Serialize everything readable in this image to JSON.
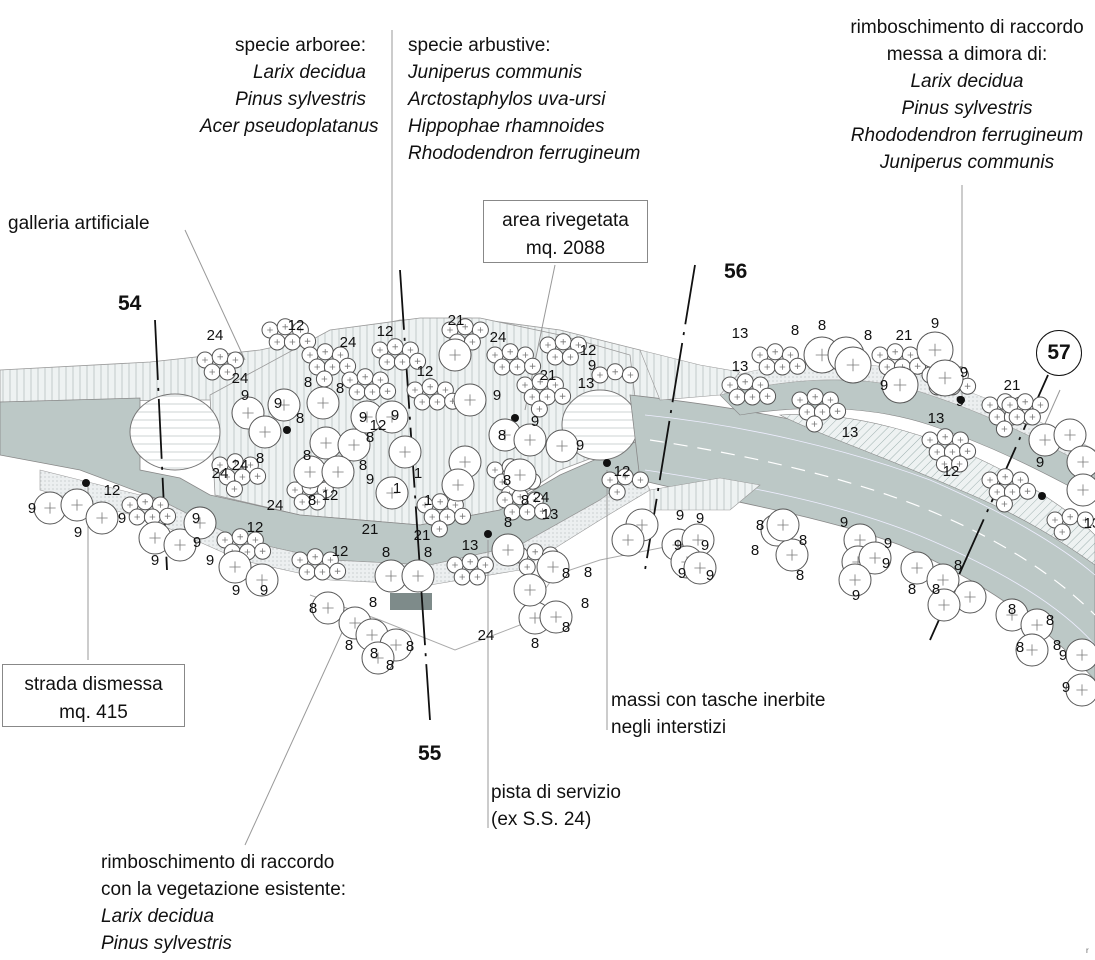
{
  "drawing": {
    "colors": {
      "road": "#bcc8c6",
      "hatch_fill": "#eef2f2",
      "hatch_line": "#b8c0c0",
      "gravel": "#dfe4e4",
      "tree_stroke": "#555555",
      "text": "#111111",
      "leader": "#999999",
      "service_block": "#7e8b8a"
    },
    "sections": [
      "54",
      "55",
      "56"
    ],
    "section_circled": "57",
    "corner_mark": "r"
  },
  "labels": {
    "tree_species": {
      "heading": "specie arboree:",
      "species": [
        "Larix decidua",
        "Pinus sylvestris",
        "Acer pseudoplatanus"
      ]
    },
    "shrub_species": {
      "heading": "specie arbustive:",
      "species": [
        "Juniperus communis",
        "Arctostaphylos uva-ursi",
        "Hippophae rhamnoides",
        "Rhododendron ferrugineum"
      ]
    },
    "reforestation_right": {
      "lines": [
        "rimboschimento di raccordo",
        "messa a dimora di:"
      ],
      "species": [
        "Larix decidua",
        "Pinus sylvestris",
        "Rhododendron ferrugineum",
        "Juniperus communis"
      ]
    },
    "tunnel": "galleria artificiale",
    "revegetated_area": {
      "title": "area rivegetata",
      "area": "mq. 2088"
    },
    "disused_road": {
      "title": "strada dismessa",
      "area": "mq. 415"
    },
    "boulders": [
      "massi con tasche inerbite",
      "negli interstizi"
    ],
    "service_track": [
      "pista di servizio",
      "(ex S.S. 24)"
    ],
    "reforestation_bottom": {
      "lines": [
        "rimboschimento di raccordo",
        "con la vegetazione esistente:"
      ],
      "species": [
        "Larix decidua",
        "Pinus sylvestris"
      ]
    }
  },
  "plant_codes": [
    {
      "code": "24"
    },
    {
      "code": "12"
    },
    {
      "code": "12"
    },
    {
      "code": "24"
    },
    {
      "code": "21"
    },
    {
      "code": "24"
    },
    {
      "code": "12"
    },
    {
      "code": "24"
    },
    {
      "code": "9"
    },
    {
      "code": "9"
    },
    {
      "code": "8"
    },
    {
      "code": "8"
    },
    {
      "code": "12"
    },
    {
      "code": "9"
    },
    {
      "code": "9"
    },
    {
      "code": "21"
    },
    {
      "code": "13"
    },
    {
      "code": "9"
    },
    {
      "code": "8"
    },
    {
      "code": "8"
    },
    {
      "code": "8"
    },
    {
      "code": "8"
    },
    {
      "code": "9"
    },
    {
      "code": "9"
    },
    {
      "code": "8"
    },
    {
      "code": "9"
    },
    {
      "code": "9"
    },
    {
      "code": "8"
    },
    {
      "code": "8"
    },
    {
      "code": "1"
    },
    {
      "code": "1"
    },
    {
      "code": "1"
    },
    {
      "code": "8"
    },
    {
      "code": "8"
    },
    {
      "code": "24"
    },
    {
      "code": "24"
    },
    {
      "code": "12"
    },
    {
      "code": "24"
    },
    {
      "code": "12"
    },
    {
      "code": "21"
    },
    {
      "code": "24"
    },
    {
      "code": "21"
    },
    {
      "code": "12"
    },
    {
      "code": "8"
    },
    {
      "code": "8"
    },
    {
      "code": "13"
    },
    {
      "code": "8"
    },
    {
      "code": "13"
    },
    {
      "code": "12"
    },
    {
      "code": "9"
    },
    {
      "code": "9"
    },
    {
      "code": "9"
    },
    {
      "code": "9"
    },
    {
      "code": "12"
    },
    {
      "code": "9"
    },
    {
      "code": "9"
    },
    {
      "code": "9"
    },
    {
      "code": "12"
    },
    {
      "code": "9"
    },
    {
      "code": "9"
    },
    {
      "code": "8"
    },
    {
      "code": "8"
    },
    {
      "code": "8"
    },
    {
      "code": "8"
    },
    {
      "code": "8"
    },
    {
      "code": "8"
    },
    {
      "code": "24"
    },
    {
      "code": "8"
    },
    {
      "code": "8"
    },
    {
      "code": "8"
    },
    {
      "code": "8"
    },
    {
      "code": "8"
    },
    {
      "code": "13"
    },
    {
      "code": "13"
    },
    {
      "code": "8"
    },
    {
      "code": "8"
    },
    {
      "code": "8"
    },
    {
      "code": "21"
    },
    {
      "code": "9"
    },
    {
      "code": "9"
    },
    {
      "code": "9"
    },
    {
      "code": "13"
    },
    {
      "code": "21"
    },
    {
      "code": "9"
    },
    {
      "code": "9"
    },
    {
      "code": "12"
    },
    {
      "code": "13"
    },
    {
      "code": "13"
    },
    {
      "code": "9"
    },
    {
      "code": "9"
    },
    {
      "code": "9"
    },
    {
      "code": "9"
    },
    {
      "code": "9"
    },
    {
      "code": "9"
    },
    {
      "code": "8"
    },
    {
      "code": "8"
    },
    {
      "code": "8"
    },
    {
      "code": "8"
    },
    {
      "code": "9"
    },
    {
      "code": "9"
    },
    {
      "code": "9"
    },
    {
      "code": "9"
    },
    {
      "code": "8"
    },
    {
      "code": "8"
    },
    {
      "code": "8"
    },
    {
      "code": "8"
    },
    {
      "code": "8"
    },
    {
      "code": "8"
    },
    {
      "code": "8"
    },
    {
      "code": "9"
    },
    {
      "code": "9"
    }
  ]
}
